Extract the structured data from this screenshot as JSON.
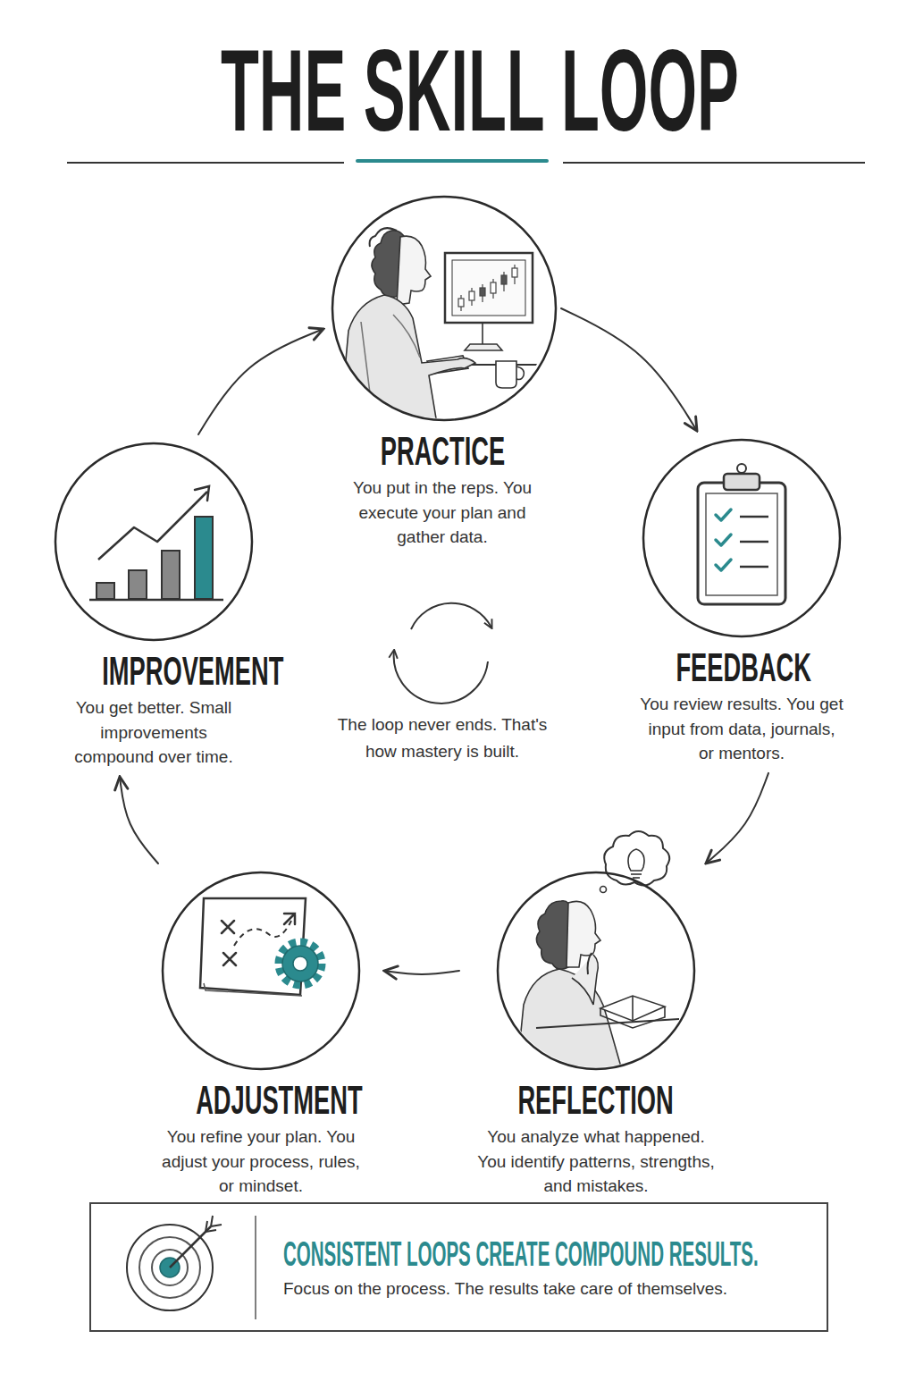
{
  "diagram": {
    "title": "THE SKILL LOOP",
    "nodes": [
      {
        "text": [
          "PRACTICE",
          "You put in the reps. You execute your plan and gather data."
        ]
      },
      {
        "text": [
          "FEEDBACK",
          "You review results. You get input from data, journals, or mentors."
        ]
      },
      {
        "text": [
          "REFLECTION",
          "You analyze what happened. You identify patterns, strengths, and mistakes."
        ]
      },
      {
        "text": [
          "ADJUSTMENT",
          "You refine your plan. You adjust your process, rules, or mindset."
        ]
      },
      {
        "text": [
          "IMPROVEMENT",
          "You get better. Small improvements compound over time."
        ]
      },
      {
        "text": [
          "CONSISTENT LOOPS CREATE COMPOUND RESULTS.",
          "Focus on the process. The results take care of themselves."
        ]
      }
    ],
    "edges": [
      {
        "from": 0,
        "to": 1,
        "arrow": "to"
      },
      {
        "from": 1,
        "to": 2,
        "arrow": "to"
      },
      {
        "from": 2,
        "to": 3,
        "arrow": "to"
      },
      {
        "from": 3,
        "to": 4,
        "arrow": "to"
      },
      {
        "from": 4,
        "to": 0,
        "arrow": "to"
      }
    ],
    "labels": [
      "The loop never ends. That's how mastery is built."
    ]
  }
}
